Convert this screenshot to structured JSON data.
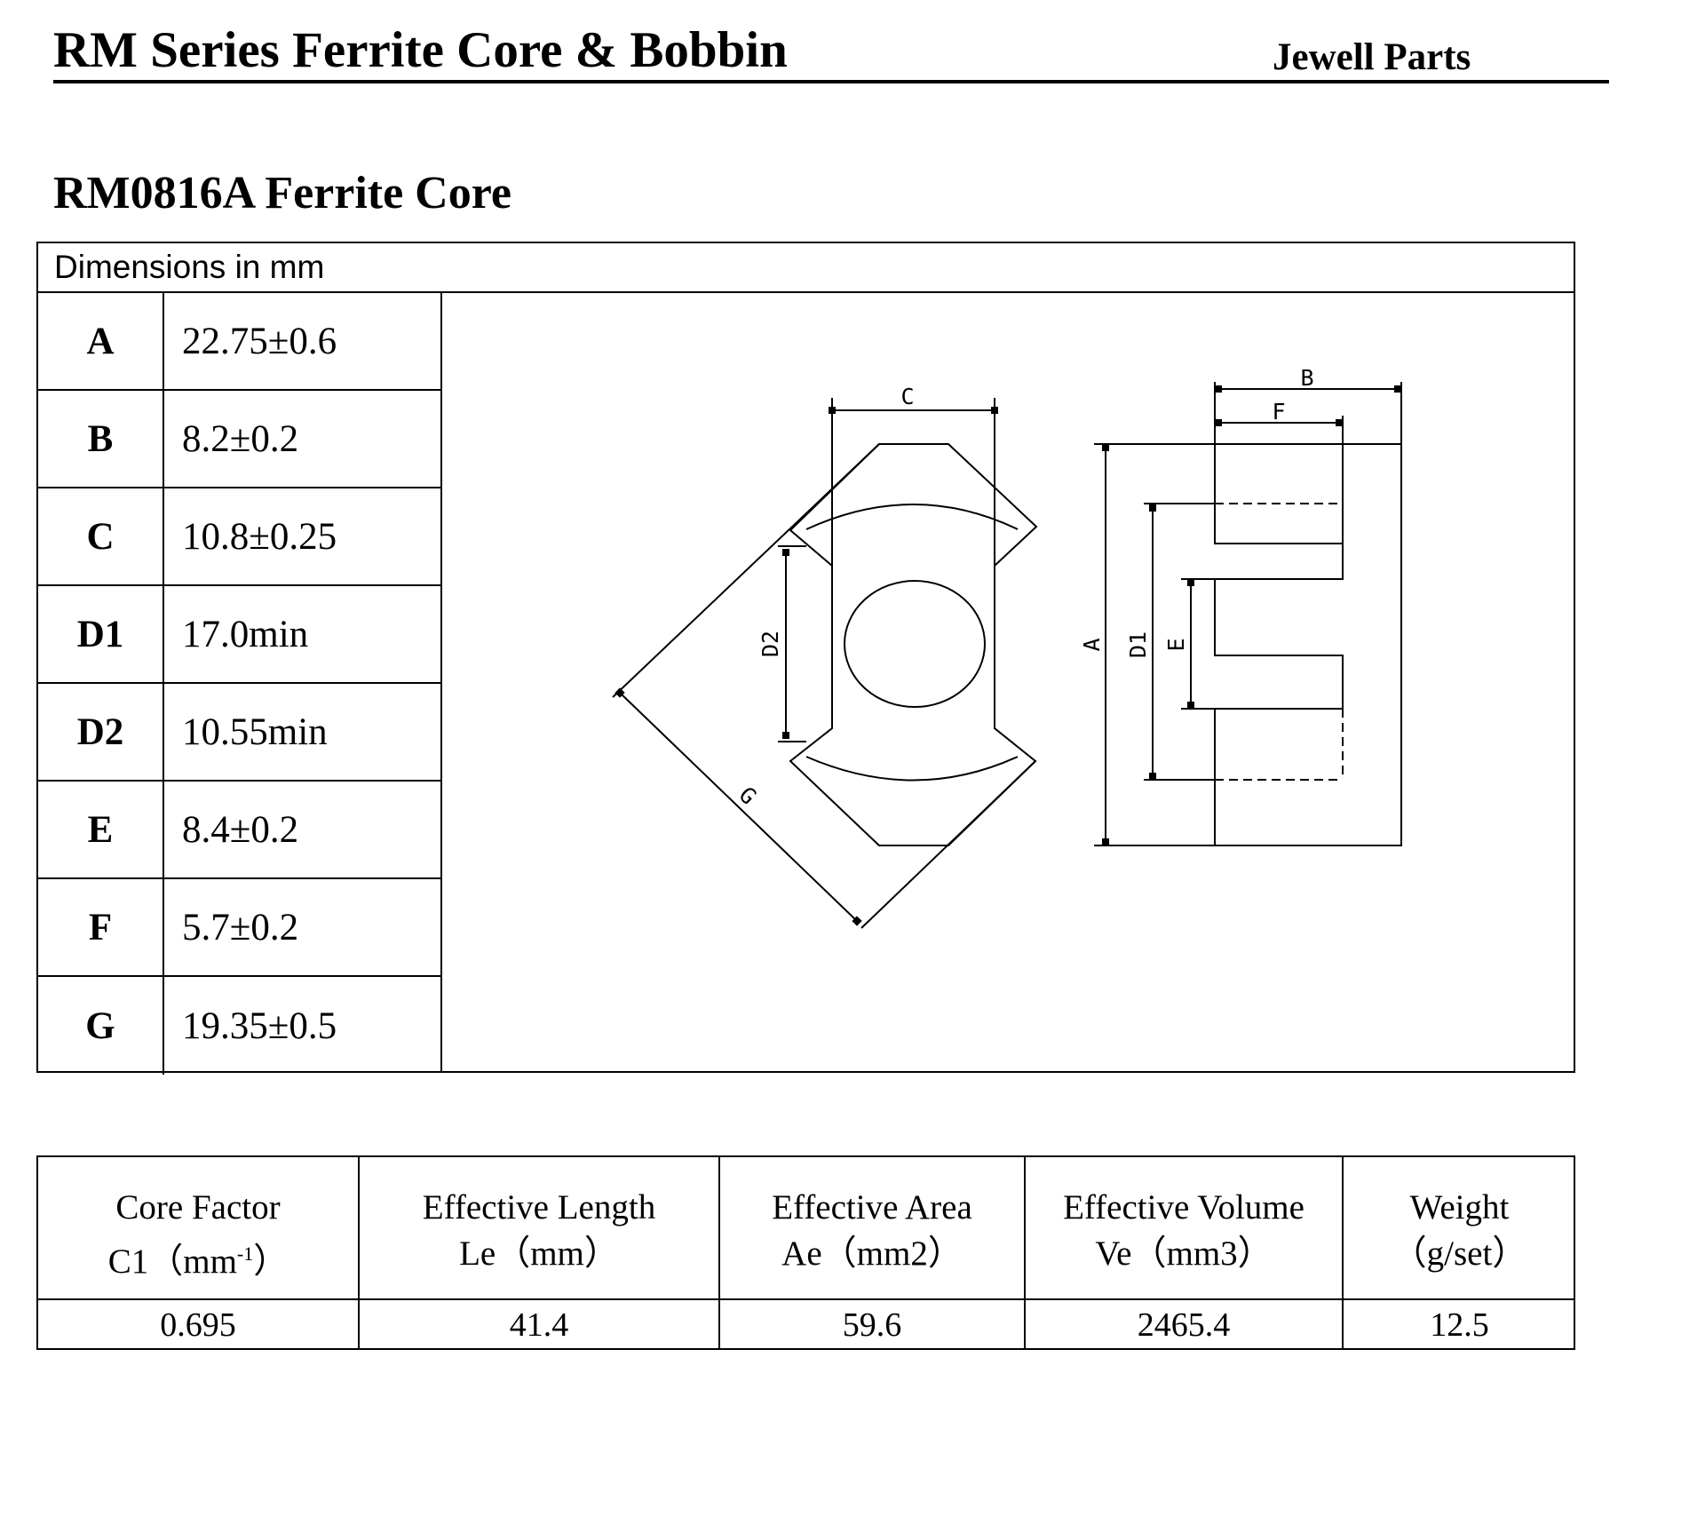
{
  "header": {
    "title": "RM Series Ferrite Core & Bobbin",
    "brand": "Jewell Parts"
  },
  "section_title": "RM0816A Ferrite Core",
  "dimensions": {
    "caption": "Dimensions in mm",
    "rows": [
      {
        "key": "A",
        "value": "22.75±0.6"
      },
      {
        "key": "B",
        "value": "8.2±0.2"
      },
      {
        "key": "C",
        "value": "10.8±0.25"
      },
      {
        "key": "D1",
        "value": "17.0min"
      },
      {
        "key": "D2",
        "value": "10.55min"
      },
      {
        "key": "E",
        "value": "8.4±0.2"
      },
      {
        "key": "F",
        "value": "5.7±0.2"
      },
      {
        "key": "G",
        "value": "19.35±0.5"
      }
    ]
  },
  "drawing": {
    "labels": {
      "A": "A",
      "B": "B",
      "C": "C",
      "D1": "D1",
      "D2": "D2",
      "E": "E",
      "F": "F",
      "G": "G"
    }
  },
  "properties": {
    "columns": [
      {
        "line1": "Core Factor",
        "line2": "C1（mm",
        "sup": "-1",
        "line2_end": "）",
        "value": "0.695"
      },
      {
        "line1": "Effective Length",
        "line2": "Le（mm）",
        "value": "41.4"
      },
      {
        "line1": "Effective Area",
        "line2": "Ae（mm2）",
        "value": "59.6"
      },
      {
        "line1": "Effective Volume",
        "line2": "Ve（mm3）",
        "value": "2465.4"
      },
      {
        "line1": "Weight",
        "line2": "（g/set）",
        "value": "12.5"
      }
    ]
  }
}
